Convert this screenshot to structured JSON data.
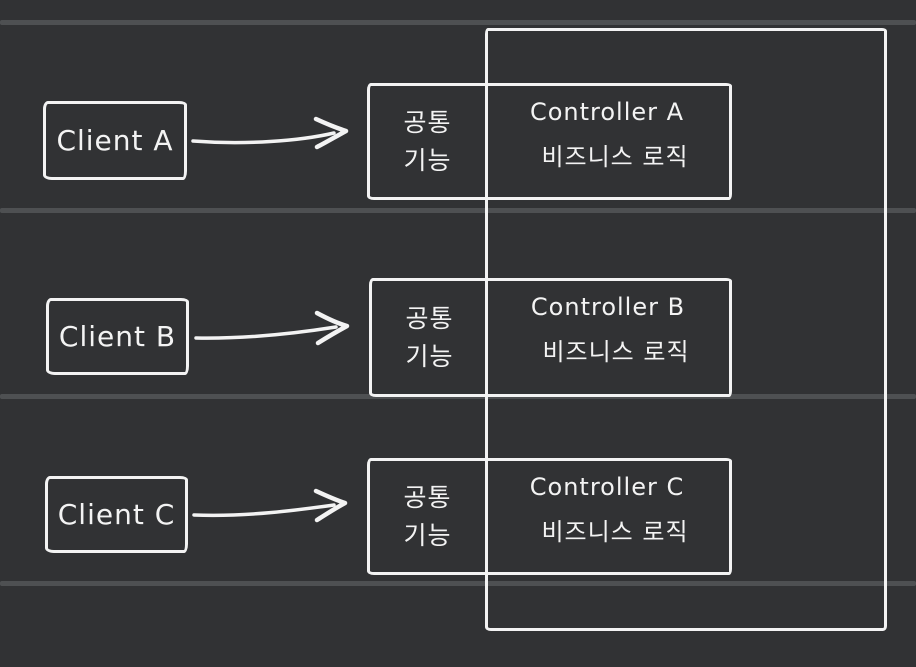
{
  "colors": {
    "bg": "#313234",
    "rule": "#4e5052",
    "ink": "#f3f3f3"
  },
  "rows": [
    {
      "client_label": "Client A",
      "common_line1": "공통",
      "common_line2": "기능",
      "controller_label": "Controller A",
      "logic_label": "비즈니스 로직"
    },
    {
      "client_label": "Client B",
      "common_line1": "공통",
      "common_line2": "기능",
      "controller_label": "Controller B",
      "logic_label": "비즈니스 로직"
    },
    {
      "client_label": "Client C",
      "common_line1": "공통",
      "common_line2": "기능",
      "controller_label": "Controller C",
      "logic_label": "비즈니스 로직"
    }
  ],
  "diagram": {
    "type": "hand-drawn flow diagram on dark ruled note background",
    "connectors": [
      {
        "from": "Client A",
        "to": "공통 기능 / Controller A 비즈니스 로직",
        "style": "right-arrow"
      },
      {
        "from": "Client B",
        "to": "공통 기능 / Controller B 비즈니스 로직",
        "style": "right-arrow"
      },
      {
        "from": "Client C",
        "to": "공통 기능 / Controller C 비즈니스 로직",
        "style": "right-arrow"
      }
    ],
    "outer_container_note": "large unlabeled rectangle enclosing all Controller/비즈니스 로직 cells; 공통 기능 cells protrude left of its edge"
  }
}
